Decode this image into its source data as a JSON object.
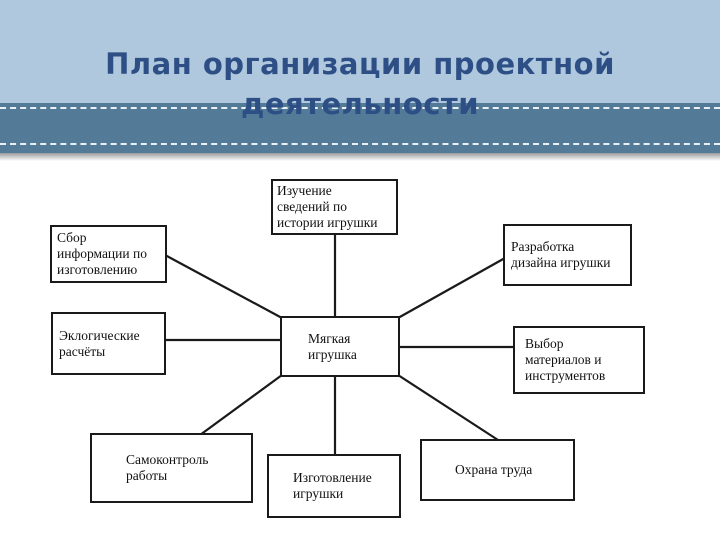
{
  "slide": {
    "title": "План организации проектной деятельности"
  },
  "diagram": {
    "center": "Мягкая\nигрушка",
    "nodes": {
      "history": "Изучение\nсведений по\nистории игрушки",
      "info": "Сбор\nинформации по\nизготовлению",
      "design": "Разработка\nдизайна игрушки",
      "eco": "Эклогические\nрасчёты",
      "materials": "Выбор\nматериалов и\nинструментов",
      "selfcontrol": "Самоконтроль\nработы",
      "making": "Изготовление\nигрушки",
      "safety": "Охрана труда"
    }
  }
}
